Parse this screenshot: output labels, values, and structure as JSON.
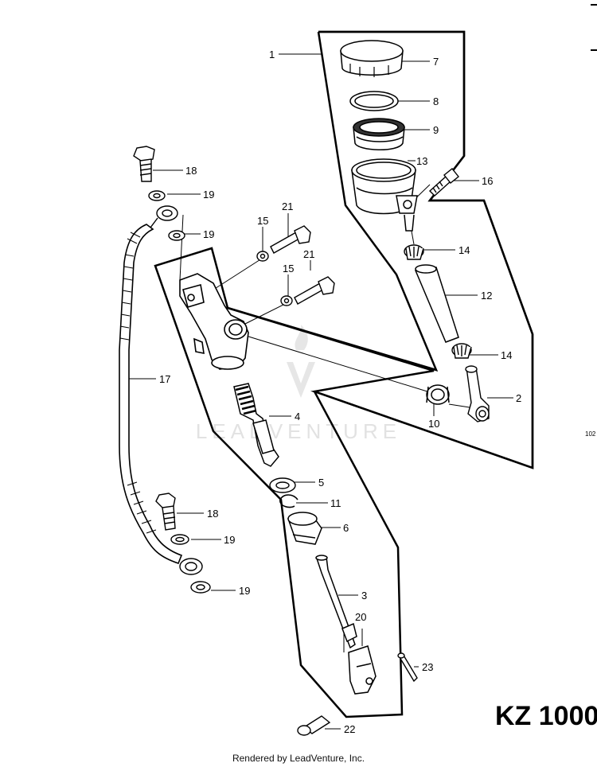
{
  "diagram": {
    "model": "KZ 1000",
    "side_note": "102",
    "footer": "Rendered by LeadVenture, Inc.",
    "watermark": "LEADVENTURE",
    "colors": {
      "line": "#000000",
      "background": "#ffffff",
      "watermark": "#e2e2e2"
    },
    "callouts": [
      {
        "id": "c1",
        "label": "1"
      },
      {
        "id": "c7",
        "label": "7"
      },
      {
        "id": "c8",
        "label": "8"
      },
      {
        "id": "c9",
        "label": "9"
      },
      {
        "id": "c13",
        "label": "13"
      },
      {
        "id": "c16",
        "label": "16"
      },
      {
        "id": "c18a",
        "label": "18"
      },
      {
        "id": "c19a",
        "label": "19"
      },
      {
        "id": "c19b",
        "label": "19"
      },
      {
        "id": "c21a",
        "label": "21"
      },
      {
        "id": "c15a",
        "label": "15"
      },
      {
        "id": "c21b",
        "label": "21"
      },
      {
        "id": "c15b",
        "label": "15"
      },
      {
        "id": "c14a",
        "label": "14"
      },
      {
        "id": "c12",
        "label": "12"
      },
      {
        "id": "c14b",
        "label": "14"
      },
      {
        "id": "c2",
        "label": "2"
      },
      {
        "id": "c10",
        "label": "10"
      },
      {
        "id": "c17",
        "label": "17"
      },
      {
        "id": "c4",
        "label": "4"
      },
      {
        "id": "c5",
        "label": "5"
      },
      {
        "id": "c11",
        "label": "11"
      },
      {
        "id": "c6",
        "label": "6"
      },
      {
        "id": "c18b",
        "label": "18"
      },
      {
        "id": "c19c",
        "label": "19"
      },
      {
        "id": "c19d",
        "label": "19"
      },
      {
        "id": "c3",
        "label": "3"
      },
      {
        "id": "c20",
        "label": "20"
      },
      {
        "id": "c23",
        "label": "23"
      },
      {
        "id": "c22",
        "label": "22"
      }
    ]
  }
}
